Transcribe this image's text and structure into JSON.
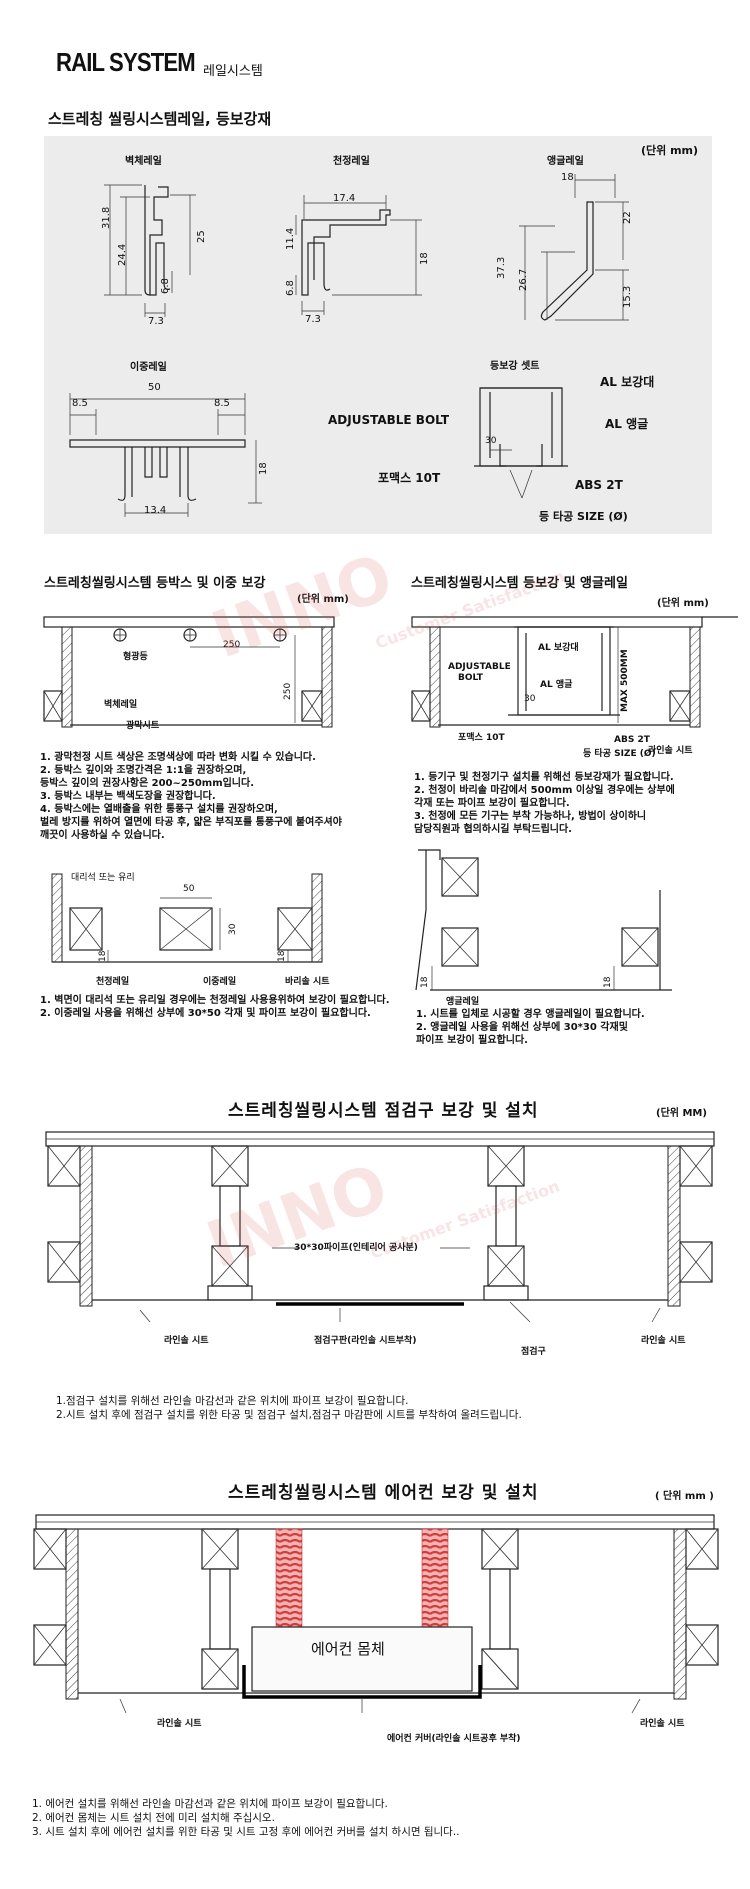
{
  "header": {
    "title": "RAIL SYSTEM",
    "subtitle": "레일시스템"
  },
  "section1": {
    "title": "스트레칭 씰링시스템레일, 등보강재",
    "unit": "(단위 mm)",
    "wall_rail": {
      "label": "벽체레일",
      "d1": "31.8",
      "d2": "24.4",
      "d3": "25",
      "d4": "6.8",
      "d5": "7.3"
    },
    "ceiling_rail": {
      "label": "천정레일",
      "d1": "17.4",
      "d2": "11.4",
      "d3": "6.8",
      "d4": "18",
      "d5": "7.3"
    },
    "angle_rail": {
      "label": "앵글레일",
      "d1": "18",
      "d2": "22",
      "d3": "37.3",
      "d4": "26.7",
      "d5": "15.3"
    },
    "double_rail": {
      "label": "이중레일",
      "d1": "50",
      "d2": "8.5",
      "d3": "8.5",
      "d4": "18",
      "d5": "13.4"
    },
    "light_set": {
      "label": "등보강 셋트",
      "al_reinforce": "AL 보강대",
      "bolt": "ADJUSTABLE BOLT",
      "al_angle": "AL 앵글",
      "d30": "30",
      "formex": "포맥스 10T",
      "abs": "ABS 2T",
      "hole": "등 타공 SIZE (Ø)"
    }
  },
  "section2": {
    "left_title": "스트레칭씰링시스템 등박스 및 이중 보강",
    "left_unit": "(단위 mm)",
    "right_title": "스트레칭씰링시스템 등보강 및 앵글레일",
    "right_unit": "(단위 mm)",
    "left_diagram": {
      "light": "형광등",
      "wall_rail": "벽체레일",
      "sheet": "광막시트",
      "d250a": "250",
      "d250b": "250"
    },
    "left_notes": [
      "1. 광막천정 시트 색상은 조명색상에 따라 변화 시킬 수 있습니다.",
      "2. 등박스 깊이와 조명간격은 1:1을 권장하오며,",
      "    등박스 깊이의 권장사항은 200~250mm입니다.",
      "3. 등박스 내부는 백색도장을 권장합니다.",
      "4. 등박스에는 열배출을 위한 통풍구 설치를 권장하오며,",
      "    벌레 방지를 위하여 열면에 타공 후, 얇은 부직포를 통풍구에 붙여주셔야",
      "    깨끗이 사용하실 수 있습니다."
    ],
    "right_diagram": {
      "al_reinforce": "AL 보강대",
      "bolt1": "ADJUSTABLE",
      "bolt2": "BOLT",
      "al_angle": "AL 앵글",
      "d30": "30",
      "max": "MAX 500MM",
      "formex": "포맥스 10T",
      "abs": "ABS 2T",
      "hole": "등 타공 SIZE (Ø)",
      "line_sheet": "라인솔 시트"
    },
    "right_notes": [
      "1. 등기구 및 천정기구 설치를 위해선 등보강재가 필요합니다.",
      "2. 천정이 바리솔 마감에서 500mm 이상일 경우에는 상부에",
      "    각재 또는 파이프 보강이 필요합니다.",
      "3. 천정에 모든 기구는 부착 가능하나, 방법이 상이하니",
      "    담당직원과 협의하시길 부탁드립니다."
    ]
  },
  "section3": {
    "left_diagram": {
      "marble": "대리석 또는 유리",
      "d50": "50",
      "d30": "30",
      "d18a": "18",
      "d18b": "18",
      "ceiling_rail": "천정레일",
      "double_rail": "이중레일",
      "barisol": "바리솔 시트"
    },
    "left_notes": [
      "1. 벽면이 대리석 또는 유리일 경우에는 천정레일 사용용위하여 보강이 필요합니다.",
      "2. 이중레일 사용을 위해선 상부에 30*50 각재 및 파이프 보강이 필요합니다."
    ],
    "right_diagram": {
      "angle_rail": "앵글레일",
      "d18a": "18",
      "d18b": "18"
    },
    "right_notes": [
      "1. 시트를 입체로 시공할 경우 앵글레일이 필요합니다.",
      "2. 앵글레일 사용을 위해선 상부에 30*30 각재및",
      "    파이프 보강이 필요합니다."
    ]
  },
  "section4": {
    "title": "스트레칭씰링시스템 점검구 보강 및 설치",
    "unit": "(단위 MM)",
    "pipe": "30*30파이프(인테리어 공사분)",
    "sheet_left": "라인솔 시트",
    "panel": "점검구판(라인솔 시트부착)",
    "hatch": "점검구",
    "sheet_right": "라인솔 시트",
    "notes": [
      "1.점검구 설치를 위해선 라인솔 마감선과 같은 위치에 파이프 보강이 필요합니다.",
      "2.시트 설치 후에 점검구 설치를 위한 타공 및 점검구 설치,점검구 마감판에 시트를 부착하여 올려드립니다."
    ]
  },
  "section5": {
    "title": "스트레칭씰링시스템 에어컨 보강 및 설치",
    "unit": "( 단위 mm )",
    "body": "에어컨 몸체",
    "sheet_left": "라인솔 시트",
    "cover": "에어컨 커버(라인솔 시트공후 부착)",
    "sheet_right": "라인솔 시트",
    "notes": [
      "1. 에어컨 설치를 위해선 라인솔 마감선과 같은 위치에 파이프 보강이 필요합니다.",
      "2. 에어컨 몸체는 시트 설치 전에 미리 설치해 주십시오.",
      "3. 시트 설치 후에 에어컨 설치를 위한 타공 및 시트 고정 후에 에어컨 커버를 설치 하시면 됩니다.."
    ]
  },
  "watermark": {
    "brand": "INNO",
    "tagline": "Customer Satisfaction"
  }
}
